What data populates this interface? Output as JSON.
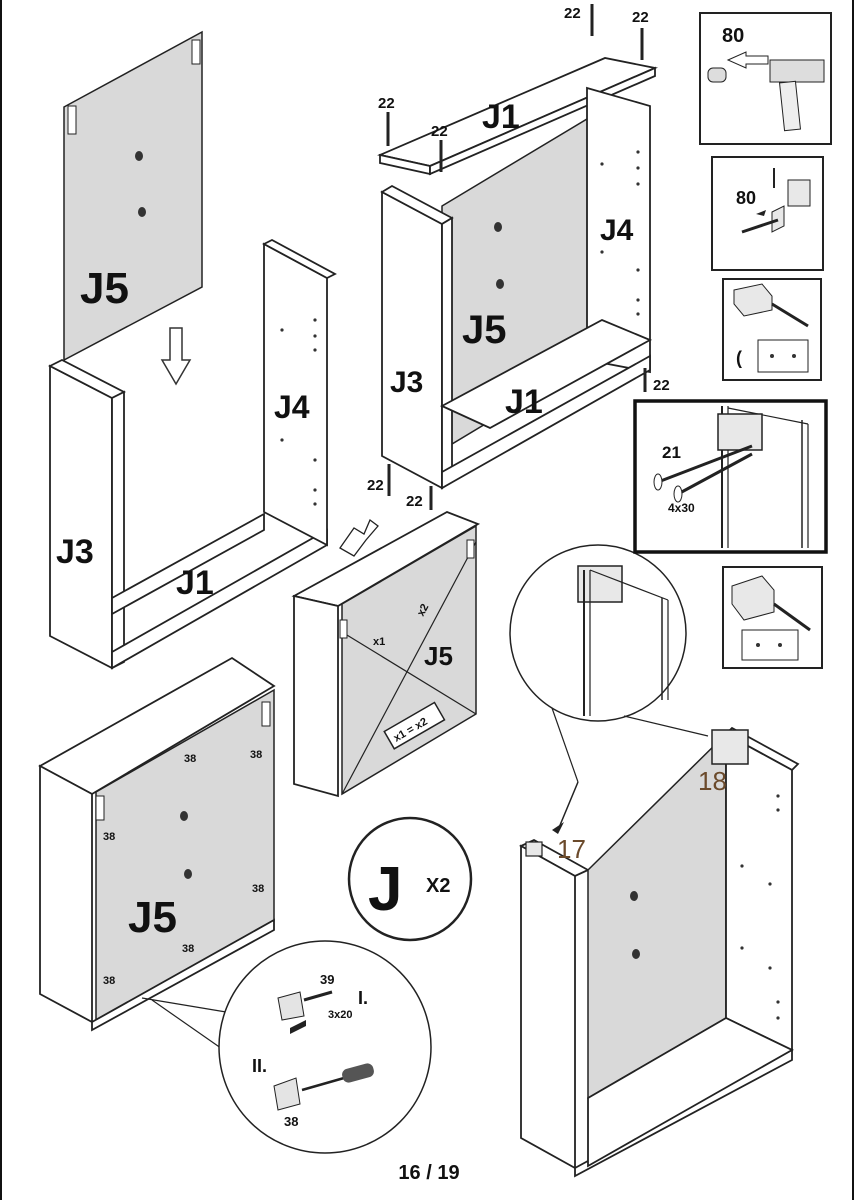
{
  "labels": {
    "j5_a": "J5",
    "j3_a": "J3",
    "j4_a": "J4",
    "j1_a": "J1",
    "j1_b": "J1",
    "j4_b": "J4",
    "j5_b": "J5",
    "j3_b": "J3",
    "j1_c": "J1",
    "j5_c": "J5",
    "j5_d": "J5",
    "n22": "22",
    "x1": "x1",
    "x2": "x2",
    "x1_eq_x2": "x1 = x2",
    "n38": "38",
    "n39": "39",
    "size_3x20": "3x20",
    "step_i": "I.",
    "step_ii": "II.",
    "quantity_letter": "J",
    "quantity_mult": "X2",
    "n80": "80",
    "n21": "21",
    "size_4x30": "4x30",
    "n17": "17",
    "n18": "18"
  },
  "footer": {
    "page": "16 / 19"
  }
}
